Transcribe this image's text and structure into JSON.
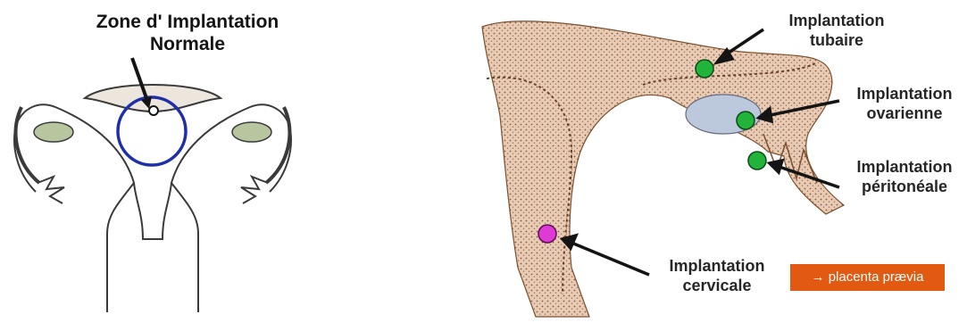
{
  "left_diagram": {
    "title_line1": "Zone d' Implantation",
    "title_line2": "Normale",
    "highlight_color": "#1e2fa8"
  },
  "right_diagram": {
    "labels": {
      "tubaire": {
        "line1": "Implantation",
        "line2": "tubaire"
      },
      "ovarienne": {
        "line1": "Implantation",
        "line2": "ovarienne"
      },
      "peritoneale": {
        "line1": "Implantation",
        "line2": "péritonéale"
      },
      "cervicale": {
        "line1": "Implantation",
        "line2": "cervicale"
      }
    },
    "marker_colors": {
      "ectopic": "#22b33a",
      "cervical": "#e03ad6"
    },
    "badge": "→ placenta prævia",
    "badge_color": "#e25a12"
  }
}
